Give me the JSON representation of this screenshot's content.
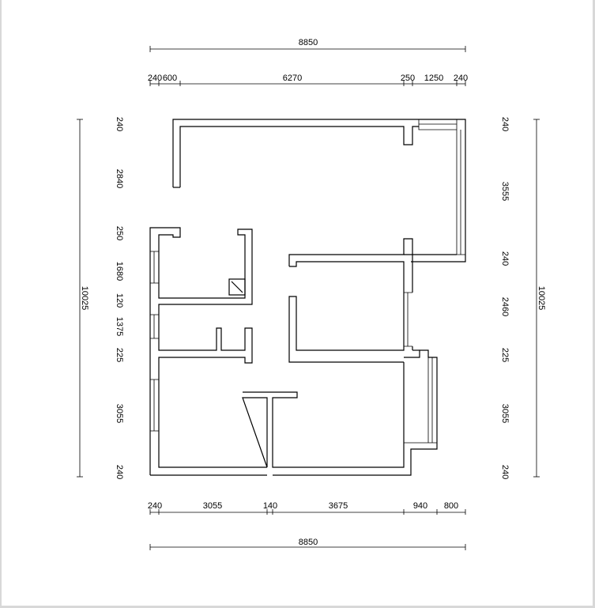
{
  "dimensions": {
    "top_total": "8850",
    "top_segments": [
      "240",
      "600",
      "6270",
      "250",
      "1250",
      "240"
    ],
    "bottom_segments": [
      "240",
      "3055",
      "140",
      "3675",
      "940",
      "800"
    ],
    "bottom_total": "8850",
    "left_segments": [
      "240",
      "2840",
      "250",
      "1680",
      "120",
      "1375",
      "225",
      "3055",
      "240"
    ],
    "left_total": "10025",
    "right_segments": [
      "240",
      "3555",
      "240",
      "2460",
      "225",
      "3055",
      "240"
    ],
    "right_total": "10025"
  },
  "colors": {
    "line": "#000000",
    "background": "#ffffff",
    "frame": "#d8d8d8"
  }
}
